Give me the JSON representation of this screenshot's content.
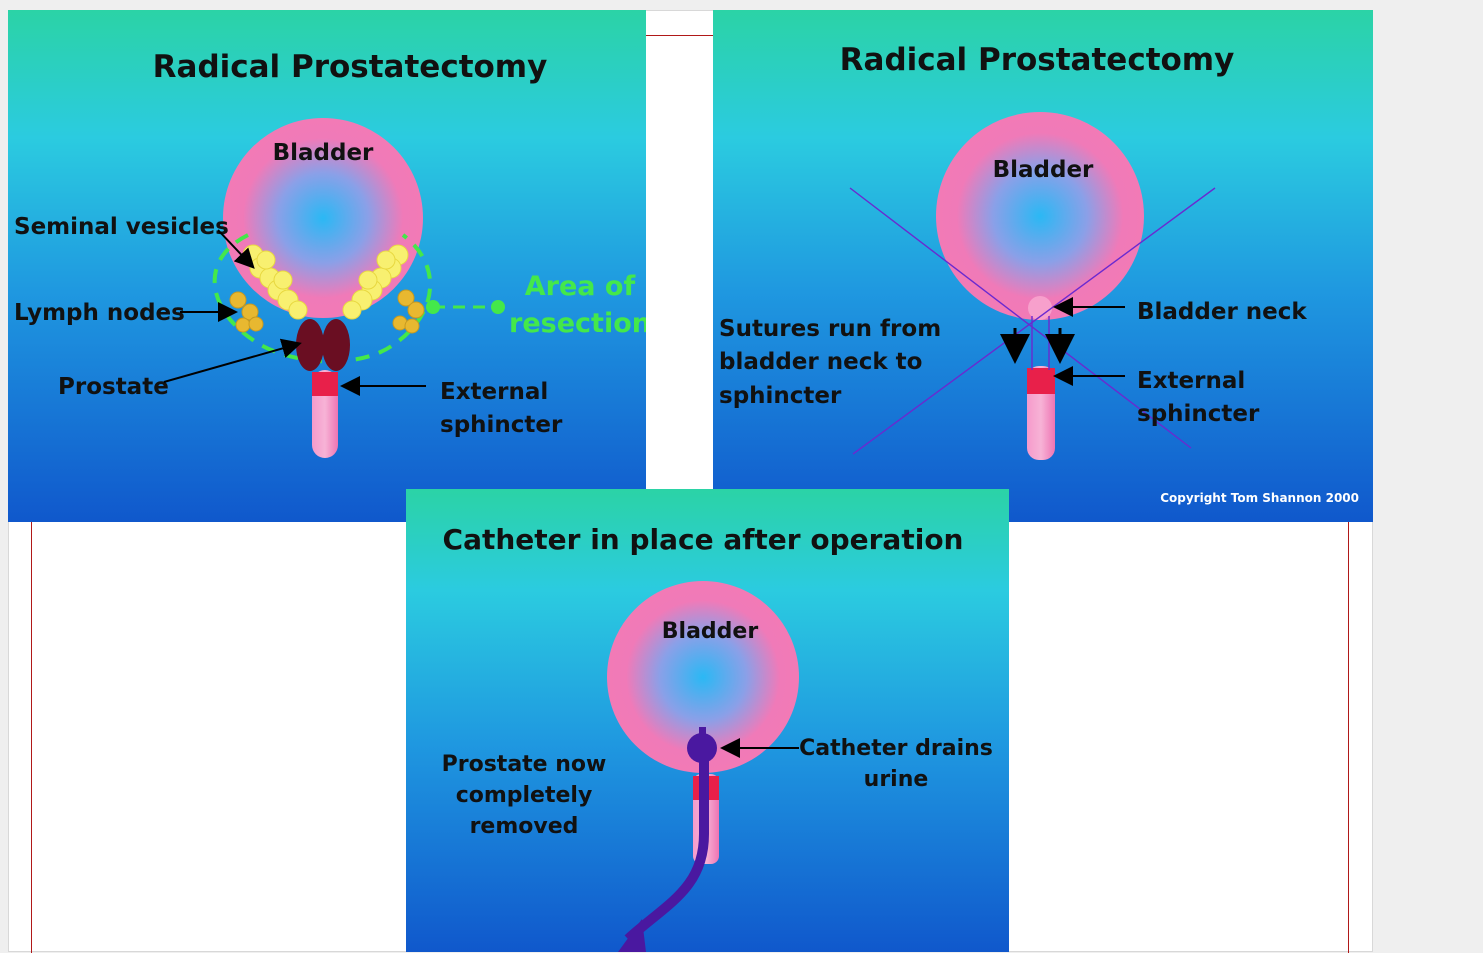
{
  "slides": {
    "s1": {
      "title": "Radical Prostatectomy",
      "bladder": "Bladder",
      "seminal": "Seminal vesicles",
      "lymph": "Lymph nodes",
      "prostate": "Prostate",
      "area1": "Area of",
      "area2": "resection",
      "ext1": "External",
      "ext2": "sphincter"
    },
    "s2": {
      "title": "Radical Prostatectomy",
      "bladder": "Bladder",
      "neck": "Bladder neck",
      "sut1": "Sutures run from",
      "sut2": "bladder neck to",
      "sut3": "sphincter",
      "ext1": "External",
      "ext2": "sphincter",
      "copyright": "Copyright Tom Shannon 2000"
    },
    "s3": {
      "title": "Catheter in place after operation",
      "bladder": "Bladder",
      "drain1": "Catheter drains",
      "drain2": "urine",
      "pr1": "Prostate now",
      "pr2": "completely",
      "pr3": "removed"
    }
  },
  "colors": {
    "bg_top": "#2bd0a8",
    "bg_mid": "#2bc6df",
    "bg_bottom": "#1060d0",
    "bladder_pink": "#f07ab8",
    "bladder_center": "#30b8f0",
    "sphincter_red": "#e8204a",
    "prostate": "#6a0e22",
    "seminal_yellow": "#f8f070",
    "lymph_gold": "#e8b830",
    "resection_green": "#44e84a",
    "catheter_purple": "#4a18a0"
  }
}
